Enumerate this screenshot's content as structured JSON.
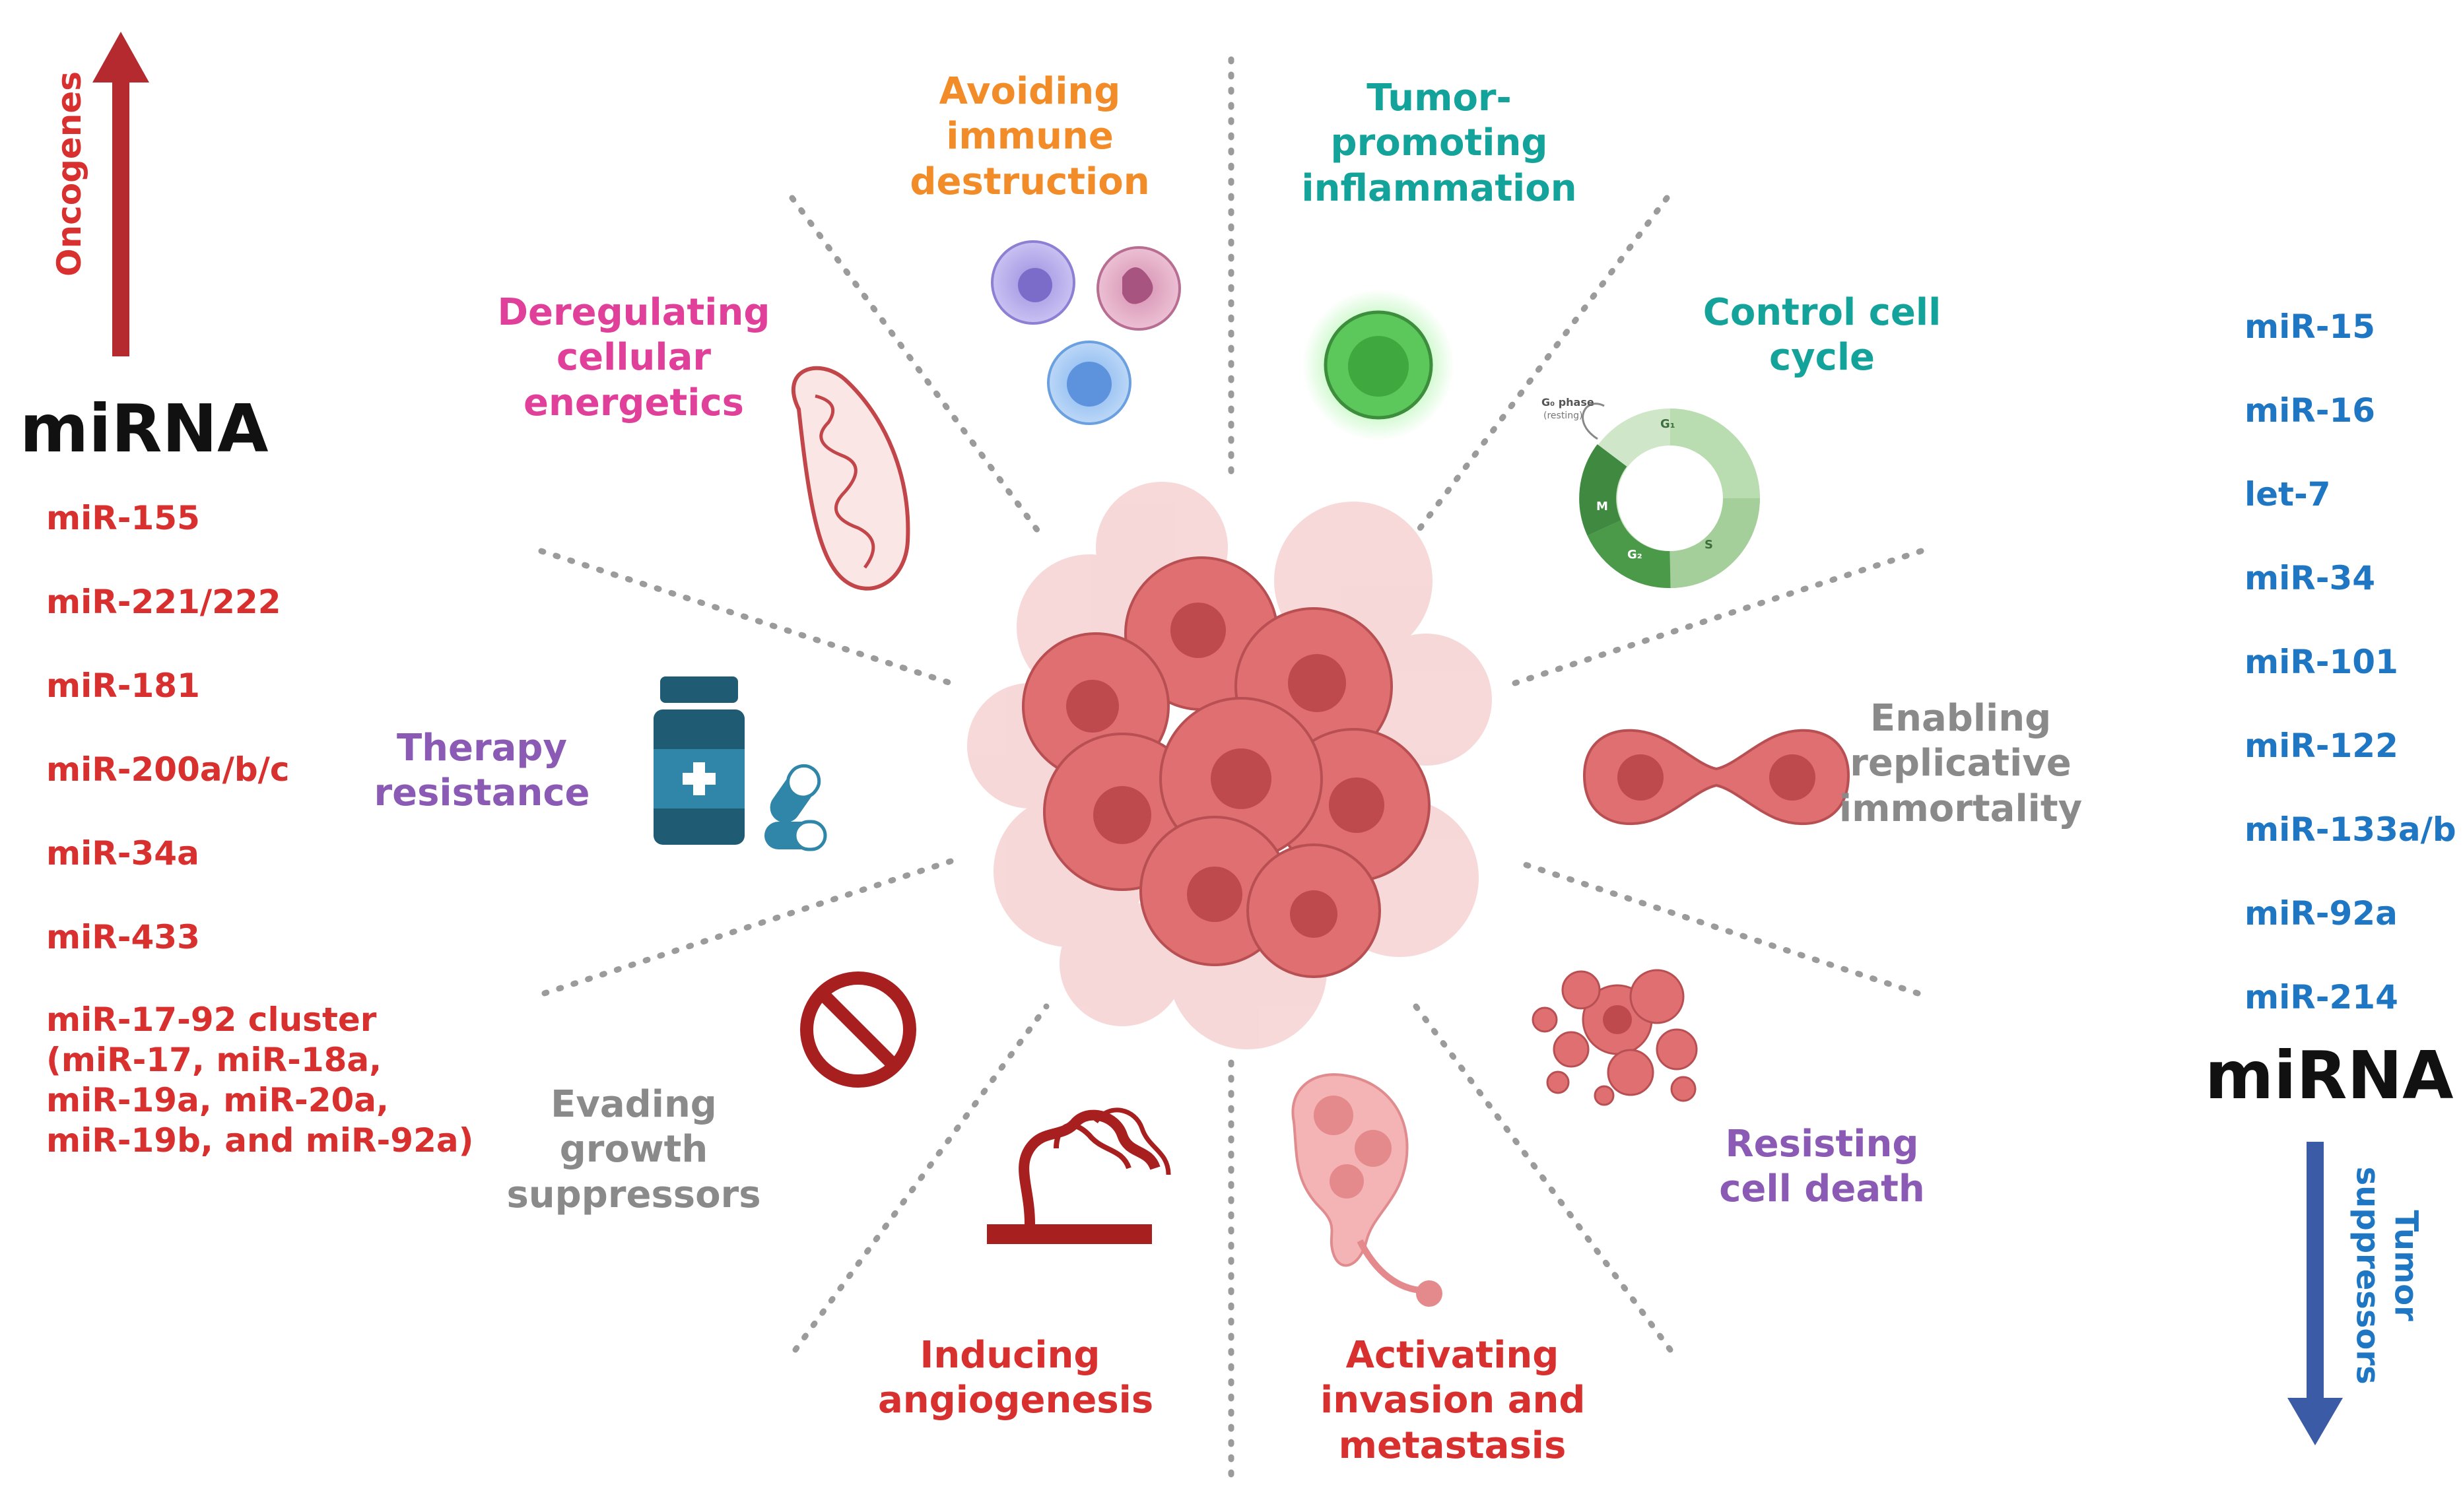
{
  "left_panel": {
    "direction_label": "Oncogenes",
    "title": "miRNA",
    "mirnas": [
      "miR-155",
      "miR-221/222",
      "miR-181",
      "miR-200a/b/c",
      "miR-34a",
      "miR-433"
    ],
    "cluster_lines": [
      "miR-17-92 cluster",
      "(miR-17, miR-18a,",
      "miR-19a, miR-20a,",
      "miR-19b, and miR-92a)"
    ]
  },
  "right_panel": {
    "mirnas": [
      "miR-15",
      "miR-16",
      "let-7",
      "miR-34",
      "miR-101",
      "miR-122",
      "miR-133a/b",
      "miR-92a",
      "miR-214"
    ],
    "title": "miRNA",
    "direction_label_lines": [
      "Tumor",
      "suppressors"
    ]
  },
  "hallmarks": {
    "avoiding_immune": [
      "Avoiding",
      "immune",
      "destruction"
    ],
    "tumor_inflammation": [
      "Tumor-",
      "promoting",
      "inflammation"
    ],
    "control_cycle": [
      "Control cell",
      "cycle"
    ],
    "deregulating": [
      "Deregulating",
      "cellular",
      "energetics"
    ],
    "therapy": [
      "Therapy",
      "resistance"
    ],
    "replicative": [
      "Enabling",
      "replicative",
      "immortality"
    ],
    "evading": [
      "Evading",
      "growth",
      "suppressors"
    ],
    "cell_death": [
      "Resisting",
      "cell death"
    ],
    "angiogenesis": [
      "Inducing",
      "angiogenesis"
    ],
    "invasion": [
      "Activating",
      "invasion and",
      "metastasis"
    ]
  },
  "cell_cycle_labels": {
    "g0": "G₀ phase",
    "g0_sub": "(resting)",
    "g1": "G₁",
    "s": "S",
    "g2": "G₂",
    "m": "M"
  },
  "colors": {
    "oncogene_red": "#d8302f",
    "suppressor_blue": "#1f77c4",
    "arrow_red": "#b52a2f",
    "arrow_blue": "#3b5ba6",
    "orange": "#f28c28",
    "teal": "#13a39a",
    "magenta": "#e0409a",
    "purple": "#8a5ab5",
    "gray": "#8a8a8a",
    "tumor_red": "#d9686a"
  }
}
